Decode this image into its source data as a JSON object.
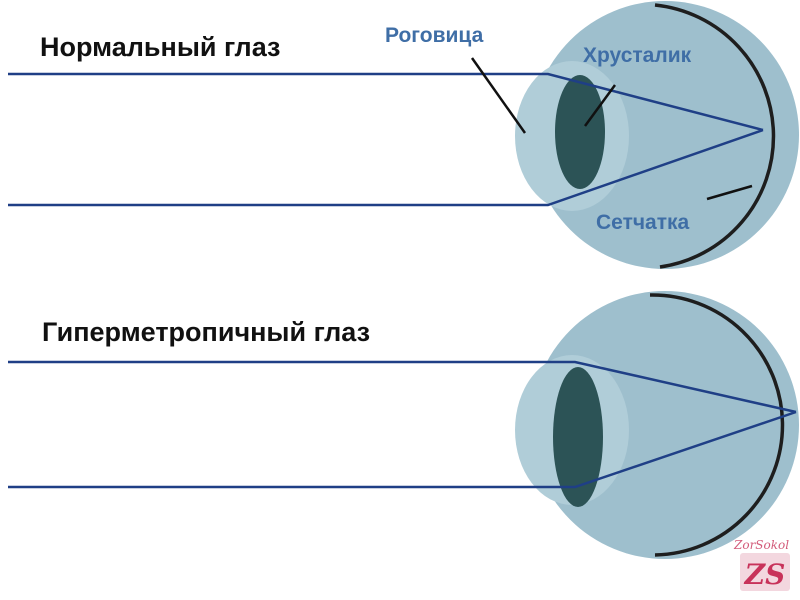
{
  "diagrams": [
    {
      "title": "Нормальный глаз",
      "labels": {
        "cornea": "Роговица",
        "lens": "Хрусталик",
        "retina": "Сетчатка"
      }
    },
    {
      "title": "Гиперметропичный глаз"
    }
  ],
  "watermark": {
    "text": "ZorSokol",
    "mark": "ZS"
  },
  "colors": {
    "eyeball": "#9ebfcd",
    "cornea": "#b0cdd8",
    "lens": "#2c5356",
    "ray": "#1f3f86",
    "retina": "#1e1e1e",
    "label_blue": "#3f6ea6",
    "pointer": "#111111"
  }
}
